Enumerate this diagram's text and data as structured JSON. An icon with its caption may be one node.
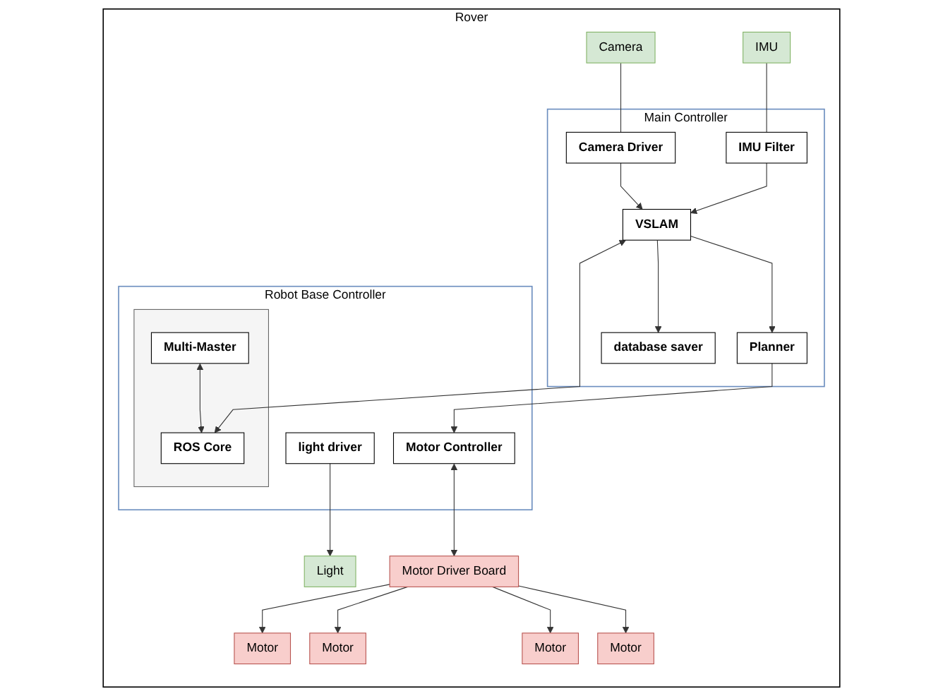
{
  "diagram": {
    "nodes": [
      {
        "text": [
          "Rover"
        ]
      },
      {
        "text": [
          "Robot Base Controller"
        ],
        "in": 0
      },
      {
        "text": [],
        "shape": "box",
        "in": 1
      },
      {
        "text": [
          "Multi-Master"
        ],
        "in": 2
      },
      {
        "text": [
          "ROS Core"
        ],
        "in": 2
      },
      {
        "text": [
          "light driver"
        ],
        "in": 1
      },
      {
        "text": [
          "Motor Controller"
        ],
        "in": 1
      },
      {
        "text": [
          "Light"
        ],
        "in": 0
      },
      {
        "text": [
          "Motor Driver Board"
        ],
        "in": 0
      },
      {
        "text": [
          "Main Controller"
        ],
        "in": 0
      },
      {
        "text": [
          "Camera"
        ],
        "in": 0
      },
      {
        "text": [
          "Camera Driver"
        ],
        "in": 9
      },
      {
        "text": [
          "VSLAM"
        ],
        "in": 9
      },
      {
        "text": [
          "Planner"
        ],
        "in": 9
      },
      {
        "text": [
          "IMU"
        ],
        "in": 0
      },
      {
        "text": [
          "IMU Filter"
        ],
        "in": 9
      },
      {
        "text": [
          "database saver"
        ],
        "in": 9
      },
      {
        "text": [
          "Motor"
        ],
        "in": 0
      },
      {
        "text": [
          "Motor"
        ],
        "in": 0
      },
      {
        "text": [
          "Motor"
        ],
        "in": 0
      },
      {
        "text": [
          "Motor"
        ],
        "in": 0
      }
    ],
    "edges": [
      {
        "from": 3,
        "to": 4,
        "arrow": "both"
      },
      {
        "from": 12,
        "to": 4,
        "arrow": "both"
      },
      {
        "from": 5,
        "to": 7,
        "arrow": "to"
      },
      {
        "from": 6,
        "to": 8,
        "arrow": "both"
      },
      {
        "from": 8,
        "to": 17,
        "arrow": "to"
      },
      {
        "from": 8,
        "to": 18,
        "arrow": "to"
      },
      {
        "from": 8,
        "to": 19,
        "arrow": "to"
      },
      {
        "from": 8,
        "to": 20,
        "arrow": "to"
      },
      {
        "from": 10,
        "to": 11,
        "arrow": "none"
      },
      {
        "from": 11,
        "to": 12,
        "arrow": "to"
      },
      {
        "from": 14,
        "to": 15,
        "arrow": "none"
      },
      {
        "from": 15,
        "to": 12,
        "arrow": "to"
      },
      {
        "from": 12,
        "to": 13,
        "arrow": "to"
      },
      {
        "from": 12,
        "to": 16,
        "arrow": "to"
      },
      {
        "from": 13,
        "to": 6,
        "arrow": "to"
      }
    ]
  }
}
